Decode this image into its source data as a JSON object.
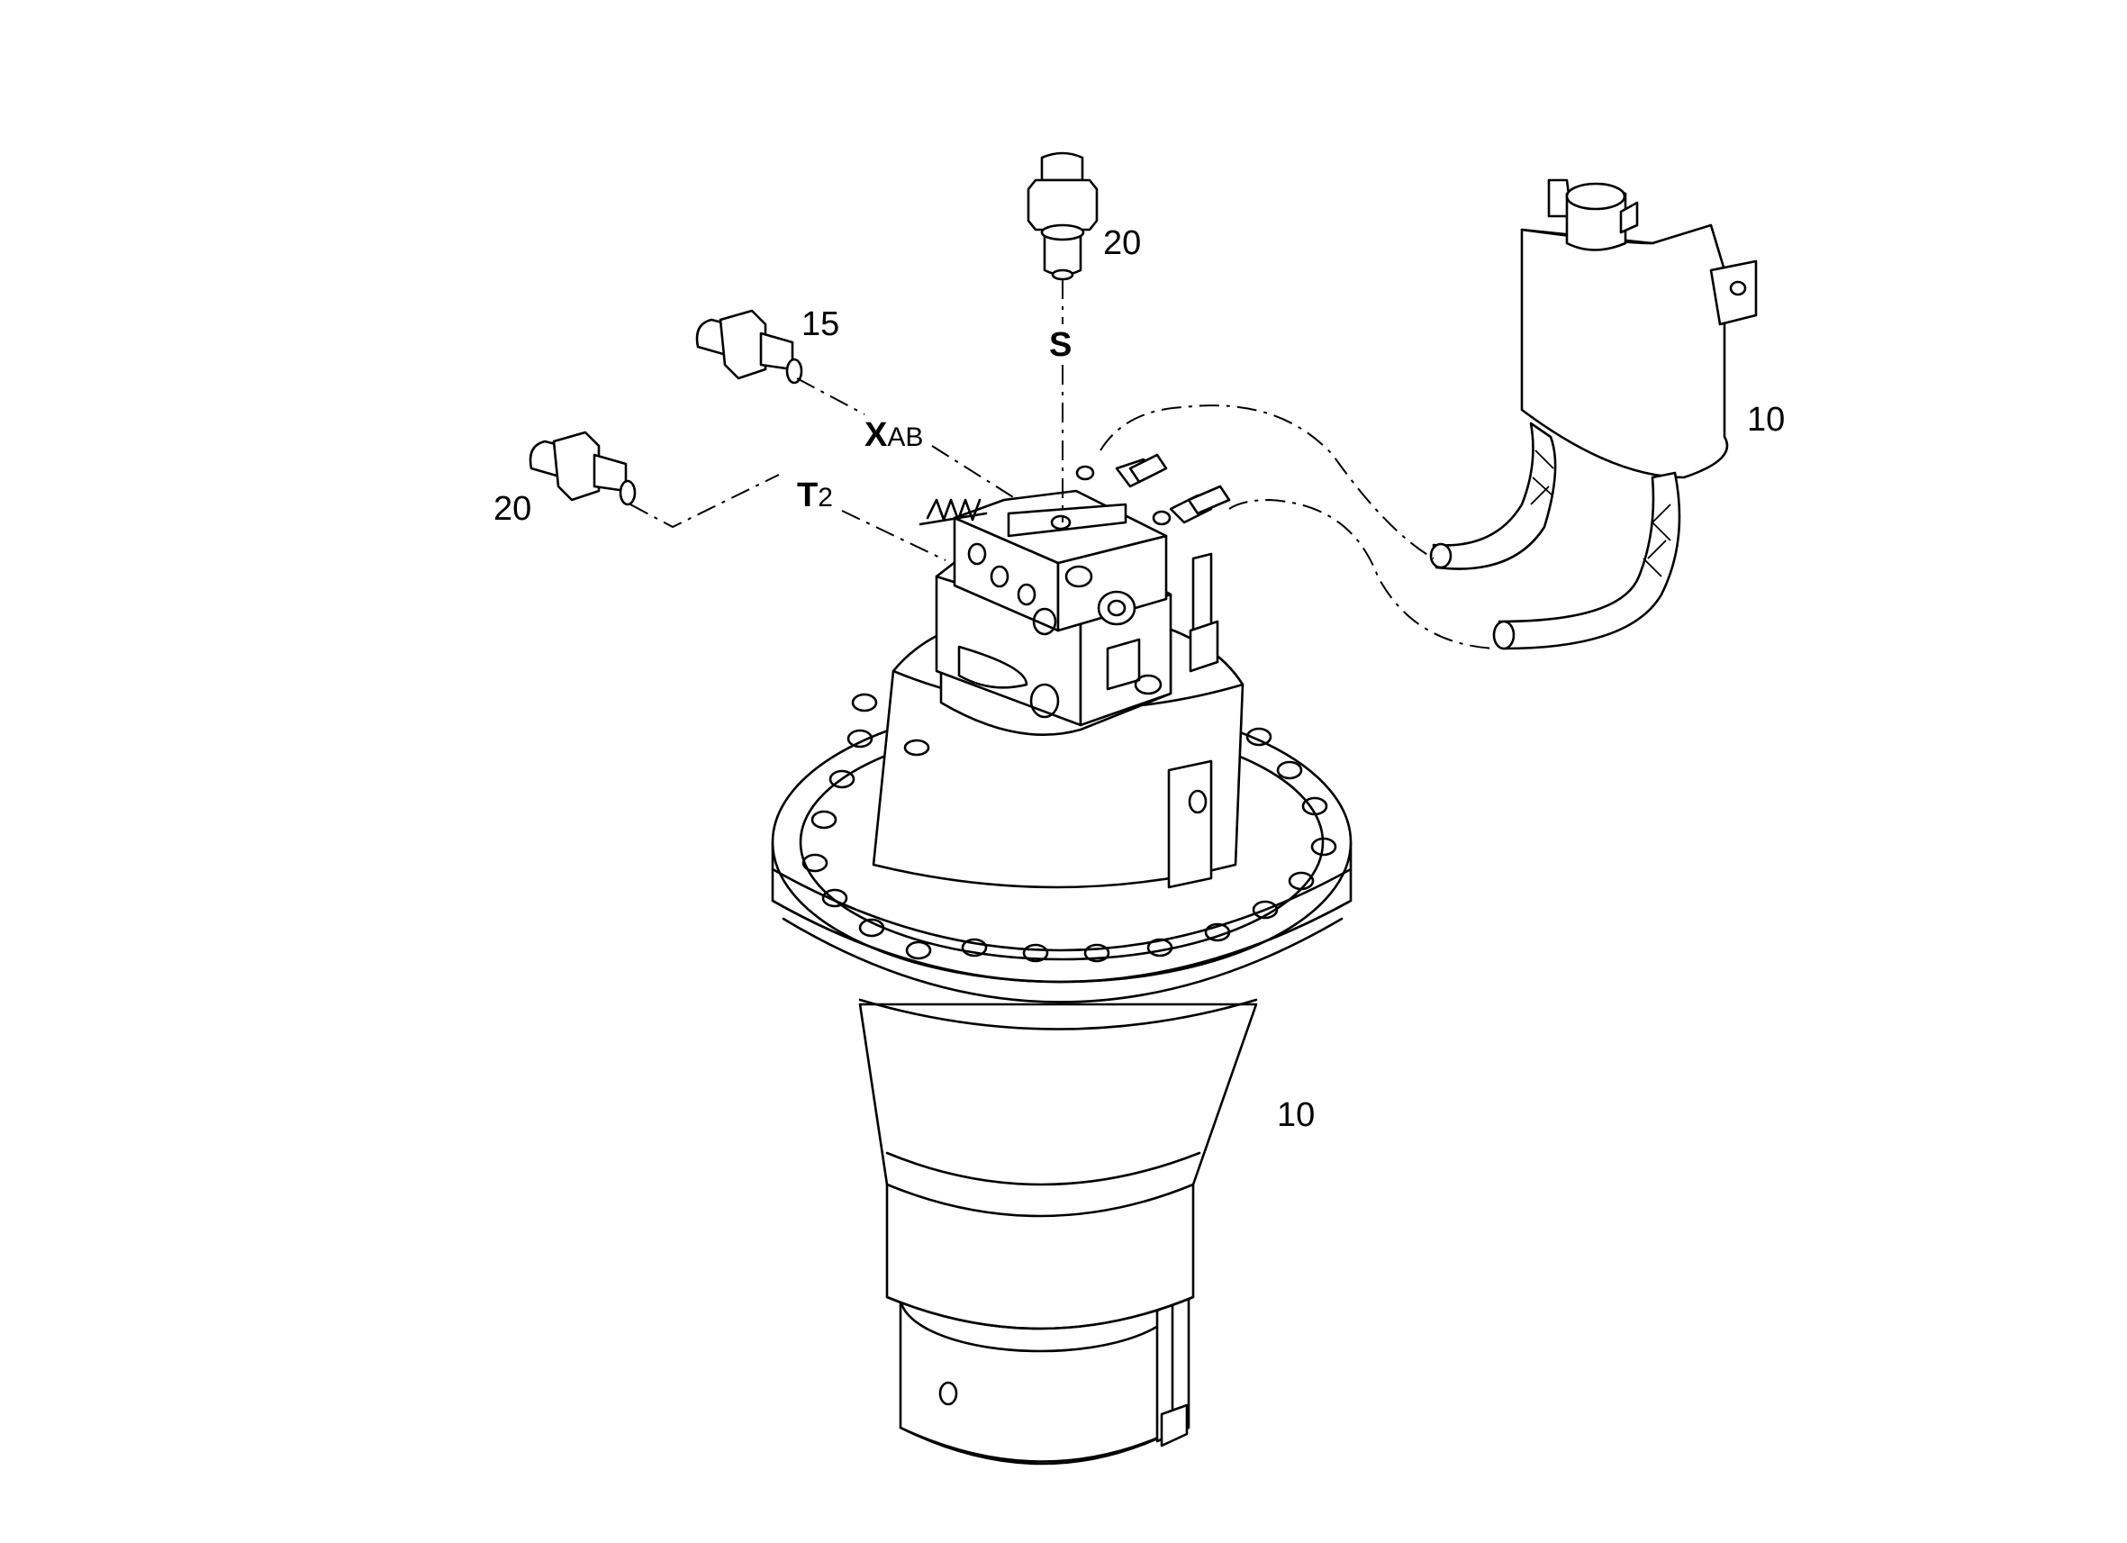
{
  "callouts": {
    "fitting_top": "20",
    "fitting_left_top": "15",
    "fitting_left_bottom": "20",
    "sensor_harness": "10",
    "travel_motor": "10"
  },
  "ports": {
    "s": {
      "main": "S",
      "sub": ""
    },
    "x": {
      "main": "X",
      "sub": "AB"
    },
    "t": {
      "main": "T",
      "sub": "2"
    }
  }
}
